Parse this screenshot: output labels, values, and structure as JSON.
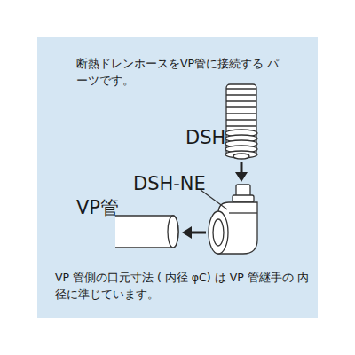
{
  "diagram": {
    "labels": [
      "断熱ドレンホースをVP管に接続する パーツです。",
      "DSH",
      "DSH-NE",
      "VP管",
      "VP 管側の口元寸法 ( 内径 φC) は VP 管継手の 内径に準じています。"
    ]
  }
}
